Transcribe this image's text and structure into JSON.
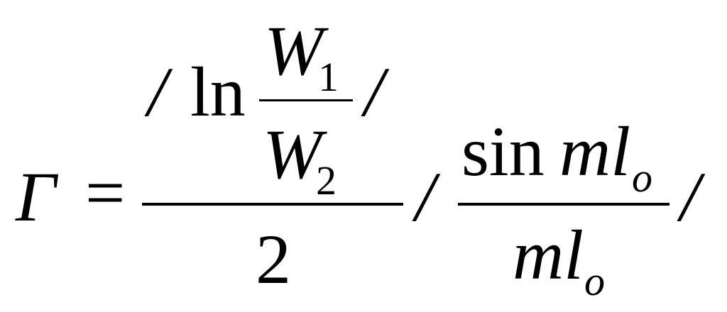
{
  "formula": {
    "lhs_symbol": "Γ",
    "equals": "=",
    "log_fraction": {
      "abs_open": "/",
      "log_func": "ln",
      "numerator_var": "W",
      "numerator_sub": "1",
      "denominator_var": "W",
      "denominator_sub": "2",
      "abs_close": "/",
      "divisor": "2"
    },
    "sinc_fraction": {
      "abs_open": "/",
      "numerator_func": "sin",
      "numerator_var": "ml",
      "numerator_sub": "o",
      "denominator_var": "ml",
      "denominator_sub": "o",
      "abs_close": "/"
    }
  }
}
